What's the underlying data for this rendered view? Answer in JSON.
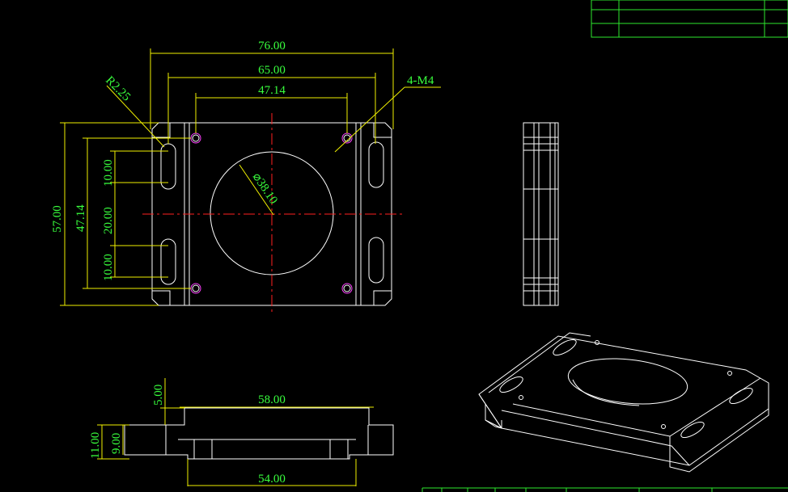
{
  "drawing": {
    "background": "#000000",
    "colors": {
      "outline": "#ffffff",
      "dimension_line": "#f0f000",
      "dimension_text": "#39ff3d",
      "center_line": "#ff2020",
      "hole": "#ff40ff",
      "title_block": "#2ee82e"
    },
    "top_view": {
      "dim_overall_width": "76.00",
      "dim_slot_span": "65.00",
      "dim_hole_span": "47.14",
      "dim_corner_radius": "R2.25",
      "dim_thread_callout": "4-M4",
      "dim_bore": "⌀38.10",
      "dim_overall_height": "57.00",
      "dim_hole_span_v": "47.14",
      "dim_slot_upper": "10.00",
      "dim_slot_gap": "20.00",
      "dim_slot_lower": "10.00"
    },
    "front_view": {
      "dim_step_height": "5.00",
      "dim_top_width": "58.00",
      "dim_total_height": "11.00",
      "dim_flange_height": "9.00",
      "dim_base_width": "54.00"
    }
  }
}
